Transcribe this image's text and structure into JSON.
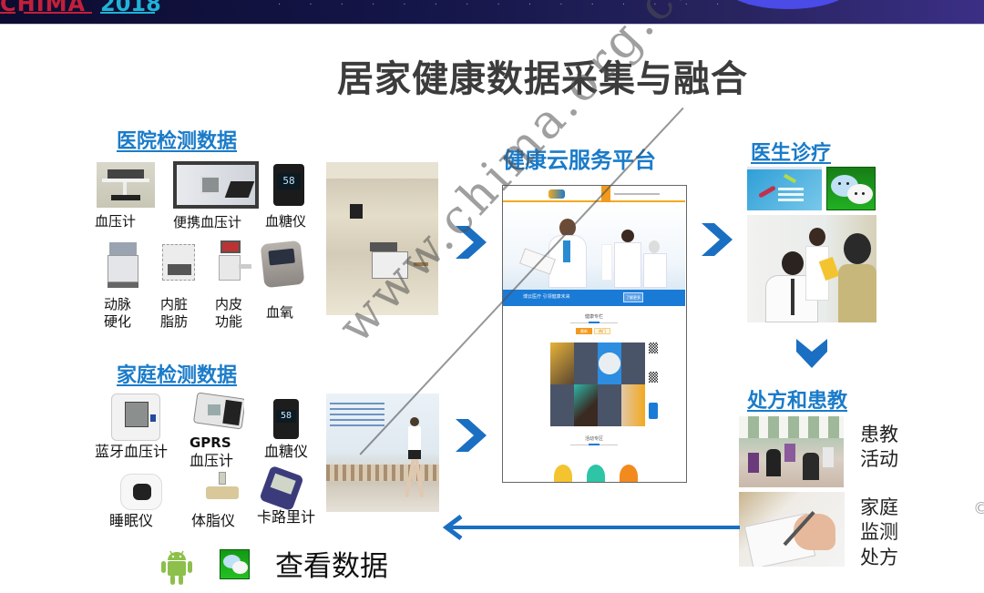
{
  "banner": {
    "logo_part1": "CHIMA",
    "logo_part2": "2018",
    "dots": "· · · · · · · · · · · · · · · ·"
  },
  "title": "居家健康数据采集与融合",
  "colors": {
    "accent_blue": "#1a7bc9",
    "title_gray": "#3c3c3c",
    "banner_dark": "#0c0c30",
    "wechat_green": "#1aa31a",
    "android_green": "#8cc04a"
  },
  "hospital": {
    "heading": "医院检测数据",
    "devices": [
      {
        "label": "血压计",
        "icon": "bp-cart-icon"
      },
      {
        "label": "便携血压计",
        "icon": "portable-bp-icon"
      },
      {
        "label": "血糖仪",
        "icon": "glucometer-icon",
        "reading": "58"
      },
      {
        "label": "动脉\n硬化",
        "line1": "动脉",
        "line2": "硬化",
        "icon": "arteriosclerosis-device-icon"
      },
      {
        "label": "内脏\n脂肪",
        "line1": "内脏",
        "line2": "脂肪",
        "icon": "visceral-fat-device-icon"
      },
      {
        "label": "内皮\n功能",
        "line1": "内皮",
        "line2": "功能",
        "icon": "endothelial-device-icon"
      },
      {
        "label": "血氧",
        "icon": "oximeter-icon"
      }
    ],
    "photo": "hospital-room-photo"
  },
  "home": {
    "heading": "家庭检测数据",
    "devices": [
      {
        "label": "蓝牙血压计",
        "icon": "bluetooth-bp-icon"
      },
      {
        "line1": "GPRS",
        "line2": "血压计",
        "icon": "gprs-bp-icon"
      },
      {
        "label": "血糖仪",
        "icon": "glucometer-icon",
        "reading": "58"
      },
      {
        "label": "睡眠仪",
        "icon": "sleep-monitor-icon"
      },
      {
        "label": "体脂仪",
        "icon": "body-fat-scale-icon"
      },
      {
        "label": "卡路里计",
        "icon": "calorie-counter-icon"
      }
    ],
    "photo": "jogger-photo"
  },
  "platform": {
    "heading": "健康云服务平台",
    "website": {
      "banner_text": "博云医疗 引领健康未来",
      "banner_button": "了解更多",
      "section1_title": "健康专栏",
      "tabs": [
        "最新",
        "热门"
      ],
      "section2_title": "活动专区"
    }
  },
  "doctor": {
    "heading": "医生诊疗",
    "photo": "doctor-consult-photo"
  },
  "prescription": {
    "heading": "处方和患教",
    "items": [
      {
        "line1": "患教",
        "line2": "活动",
        "photo": "patient-education-photo"
      },
      {
        "line1": "家庭",
        "line2": "监测",
        "line3": "处方",
        "photo": "writing-prescription-photo"
      }
    ]
  },
  "view_data": {
    "label": "查看数据",
    "icons": [
      "android-icon",
      "wechat-icon"
    ]
  },
  "watermark": "www.chima.org.cn",
  "edge_glyph": "©"
}
